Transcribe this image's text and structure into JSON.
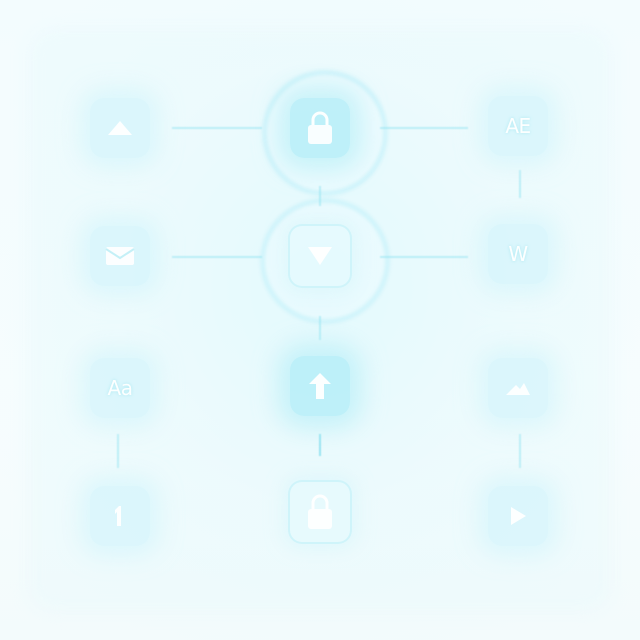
{
  "background_color": "#f6fdfe",
  "accent_color": "#afecf7",
  "tiles": {
    "r1c1": {
      "icon": "triangle-up-icon"
    },
    "r1c2": {
      "icon": "padlock-icon"
    },
    "r1c3": {
      "icon": "text-icon",
      "text": "AE"
    },
    "r2c1": {
      "icon": "envelope-icon"
    },
    "r2c2": {
      "icon": "caret-down-icon"
    },
    "r2c3": {
      "icon": "text-icon",
      "text": "W"
    },
    "r3c1": {
      "icon": "text-icon",
      "text": "Aa"
    },
    "r3c2": {
      "icon": "arrow-up-icon"
    },
    "r3c3": {
      "icon": "mountain-icon"
    },
    "r4c1": {
      "icon": "number-one-icon"
    },
    "r4c2": {
      "icon": "padlock-icon"
    },
    "r4c3": {
      "icon": "play-icon"
    }
  }
}
